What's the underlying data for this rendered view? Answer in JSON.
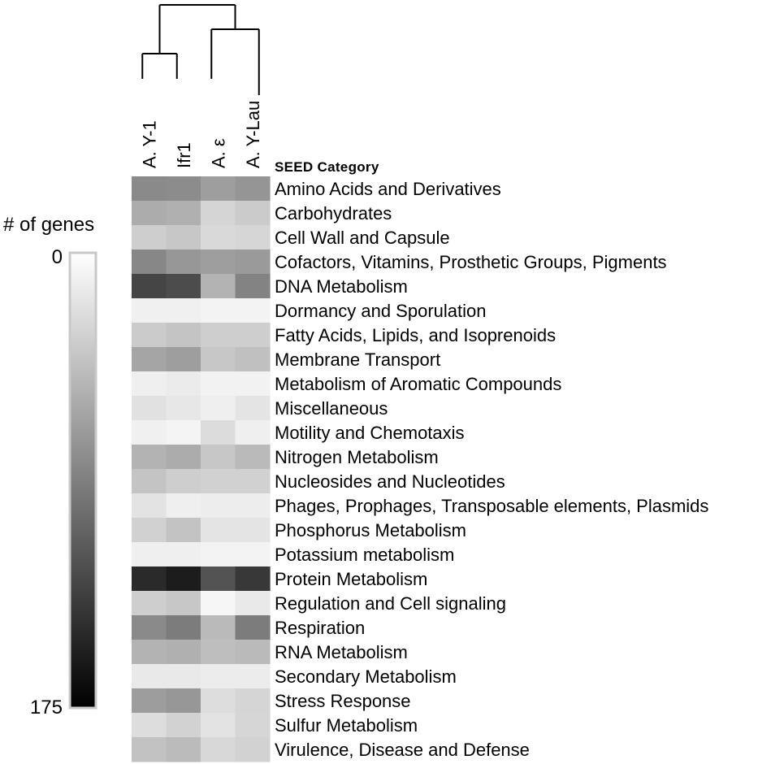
{
  "chart_data": {
    "type": "heatmap",
    "columns": [
      "A. Y-1",
      "Ifr1",
      "A. ε",
      "A. Y-Lau"
    ],
    "row_header": "SEED Category",
    "rows": [
      "Amino Acids and Derivatives",
      "Carbohydrates",
      "Cell Wall and Capsule",
      "Cofactors, Vitamins, Prosthetic Groups, Pigments",
      "DNA Metabolism",
      "Dormancy and Sporulation",
      "Fatty Acids, Lipids, and Isoprenoids",
      "Membrane Transport",
      "Metabolism of Aromatic Compounds",
      "Miscellaneous",
      "Motility and Chemotaxis",
      "Nitrogen Metabolism",
      "Nucleosides and Nucleotides",
      "Phages, Prophages, Transposable elements, Plasmids",
      "Phosphorus Metabolism",
      "Potassium metabolism",
      "Protein Metabolism",
      "Regulation and Cell signaling",
      "Respiration",
      "RNA Metabolism",
      "Secondary Metabolism",
      "Stress Response",
      "Sulfur Metabolism",
      "Virulence, Disease and Defense"
    ],
    "values": [
      [
        80,
        78,
        65,
        72
      ],
      [
        55,
        52,
        25,
        32
      ],
      [
        30,
        35,
        22,
        24
      ],
      [
        82,
        70,
        65,
        68
      ],
      [
        130,
        125,
        50,
        85
      ],
      [
        5,
        5,
        3,
        3
      ],
      [
        32,
        37,
        30,
        30
      ],
      [
        60,
        65,
        35,
        40
      ],
      [
        6,
        9,
        4,
        4
      ],
      [
        16,
        12,
        6,
        14
      ],
      [
        5,
        2,
        20,
        6
      ],
      [
        50,
        55,
        35,
        45
      ],
      [
        37,
        30,
        28,
        28
      ],
      [
        15,
        6,
        7,
        7
      ],
      [
        28,
        38,
        14,
        14
      ],
      [
        6,
        6,
        3,
        3
      ],
      [
        150,
        160,
        120,
        140
      ],
      [
        30,
        35,
        1,
        10
      ],
      [
        80,
        90,
        45,
        90
      ],
      [
        50,
        52,
        42,
        45
      ],
      [
        10,
        10,
        8,
        8
      ],
      [
        66,
        70,
        19,
        25
      ],
      [
        19,
        27,
        15,
        24
      ],
      [
        39,
        44,
        23,
        27
      ]
    ],
    "scale": {
      "title": "# of genes",
      "min": 0,
      "max": 175,
      "min_label": "0",
      "max_label": "175",
      "low_color": "#ffffff",
      "high_color": "#000000"
    },
    "dendrogram": {
      "merges": [
        [
          0,
          1
        ],
        [
          2,
          3
        ],
        [
          [
            0,
            1
          ],
          [
            2,
            3
          ]
        ]
      ]
    }
  }
}
